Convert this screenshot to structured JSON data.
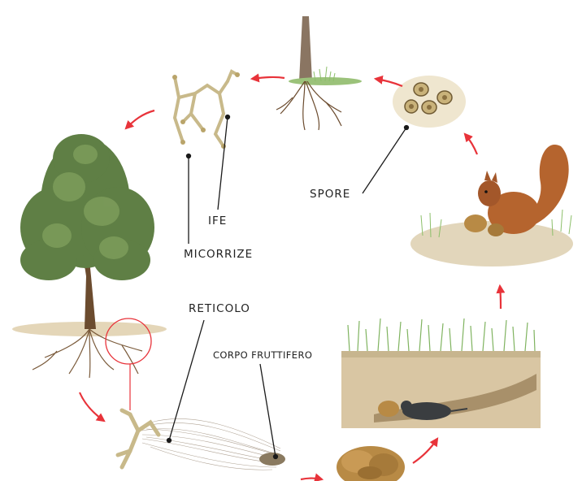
{
  "labels": {
    "ife": "IFE",
    "micorrize": "MICORRIZE",
    "reticolo": "RETICOLO",
    "corpo_fruttifero": "CORPO FRUTTIFERO",
    "spore": "SPORE"
  },
  "colors": {
    "arrow": "#e8333a",
    "leader_line": "#1a1a1a",
    "foliage": "#5f7f45",
    "soil": "#d9c6a3",
    "grass": "#8cbf6a",
    "truffle": "#b88a45",
    "squirrel": "#b5642e",
    "mole": "#3a3d40"
  },
  "icons": [
    "tree-illustration",
    "mycorrhizae-illustration",
    "sapling-illustration",
    "spores-illustration",
    "squirrel-illustration",
    "burrow-illustration",
    "truffle-illustration",
    "mycelium-illustration"
  ]
}
